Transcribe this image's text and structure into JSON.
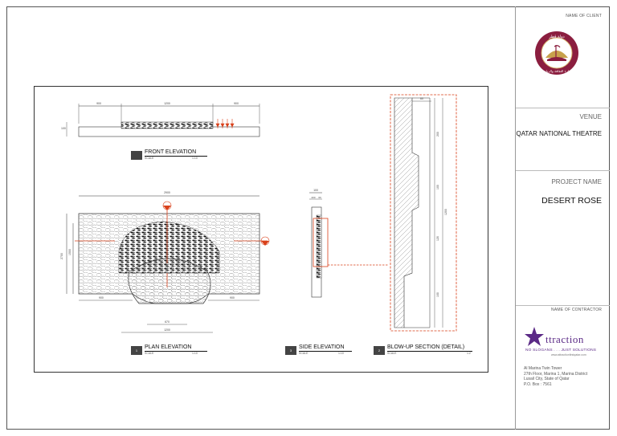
{
  "sidebar": {
    "client_label": "NAME OF CLIENT",
    "logo_text_ar_top": "دولة قطر",
    "logo_text_ar_bottom": "وزارة الثقافة والرياضة",
    "venue_label": "VENUE",
    "venue_value": "QATAR NATIONAL THEATRE",
    "project_label": "PROJECT NAME",
    "project_value": "DESERT ROSE",
    "contractor_label": "NAME OF CONTRACTOR",
    "contractor_name": "ttraction",
    "contractor_tagline": "NO SLOGANS . . . JUST SOLUTIONS",
    "contractor_web": "www.attractionfirstqatar.com",
    "address": [
      "Al Marina Twin Tower",
      "27th Floor, Marina 1, Marina District",
      "Lusail City, State of Qatar",
      "P.O. Box : 7561"
    ]
  },
  "views": {
    "front": {
      "name": "FRONT ELEVATION",
      "scale_label": "SCALE",
      "scale": "1:10"
    },
    "plan": {
      "num": "1",
      "name": "PLAN ELEVATION",
      "scale_label": "SCALE",
      "scale": "1:10"
    },
    "side": {
      "num": "3",
      "name": "SIDE ELEVATION",
      "scale_label": "SCALE",
      "scale": "1:10"
    },
    "detail": {
      "num": "2",
      "name": "BLOW-UP SECTION (DETAIL)",
      "scale_label": "SCALE",
      "scale": "1:2"
    }
  },
  "dims": {
    "front_a": "900",
    "front_b": "1200",
    "front_c": "900",
    "front_h": "100",
    "plan_w": "2900",
    "plan_h1": "1500",
    "plan_h2": "2700",
    "plan_a": "900",
    "plan_b": "900",
    "plan_c": "1200",
    "plan_d": "670",
    "side_w": "100",
    "side_a": "200",
    "side_b": "60",
    "det_top": "60",
    "det_1": "200",
    "det_2": "100",
    "det_3": "120",
    "det_4": "100",
    "det_total": "1200"
  },
  "colors": {
    "accent": "#d9401a",
    "logo": "#8b1e3f",
    "star": "#5b2a86"
  }
}
